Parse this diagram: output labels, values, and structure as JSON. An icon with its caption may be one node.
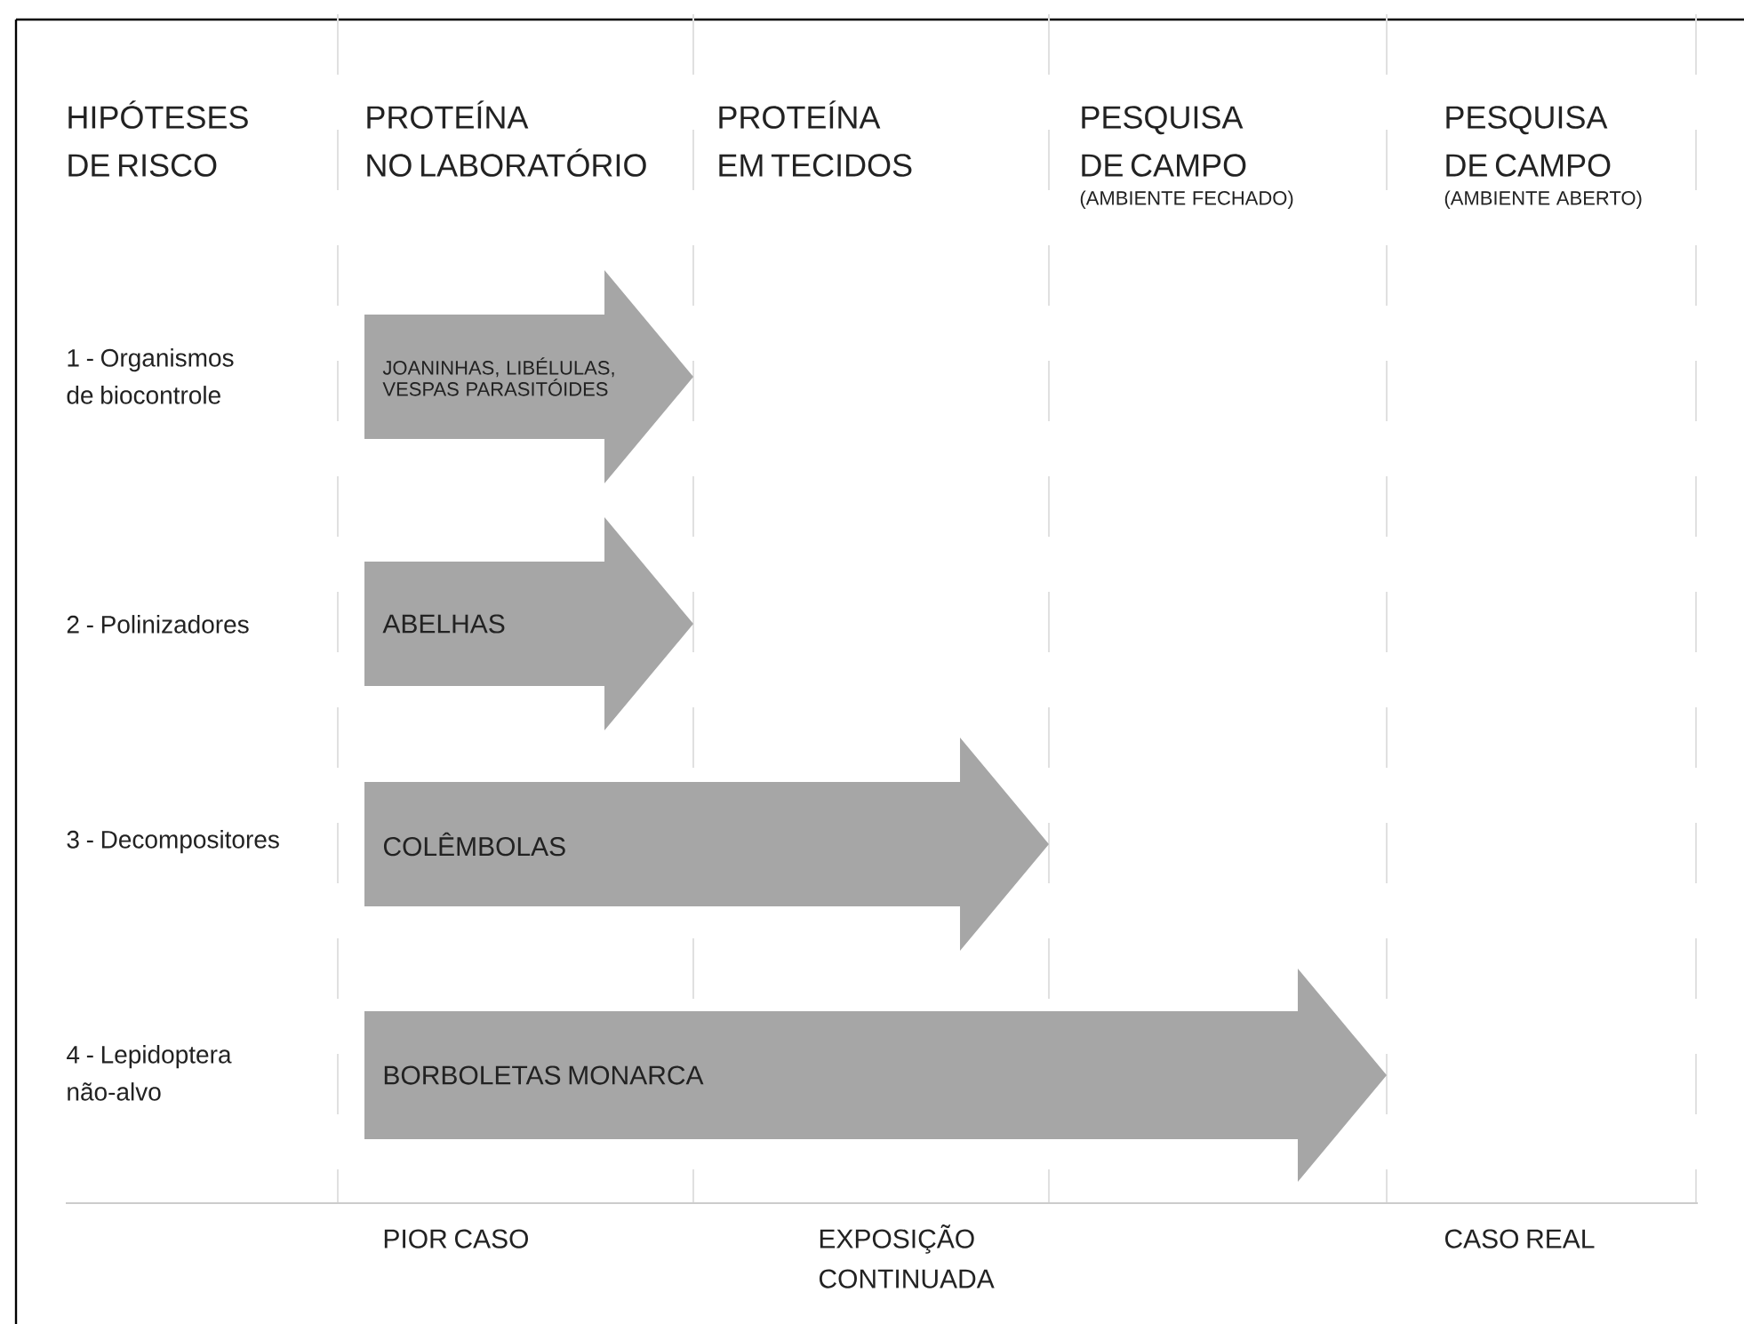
{
  "diagram": {
    "nodes": [
      {
        "text": [
          "JOANINHAS, LIBÉLULAS, VESPAS PARASITÓIDES"
        ]
      },
      {
        "text": [
          "ABELHAS"
        ]
      },
      {
        "text": [
          "COLÊMBOLAS"
        ]
      },
      {
        "text": [
          "BORBOLETAS MONARCA"
        ]
      }
    ],
    "labels": [
      "HIPÓTESES DE RISCO",
      "PROTEÍNA NO LABORATÓRIO",
      "PROTEÍNA EM TECIDOS",
      "PESQUISA DE CAMPO",
      "(AMBIENTE FECHADO)",
      "PESQUISA DE CAMPO",
      "(AMBIENTE ABERTO)",
      "1 - Organismos de biocontrole",
      "2 - Polinizadores",
      "3 - Decompositores",
      "4 - Lepidoptera não-alvo",
      "PIOR CASO",
      "EXPOSIÇÃO CONTINUADA",
      "CASO REAL"
    ]
  }
}
